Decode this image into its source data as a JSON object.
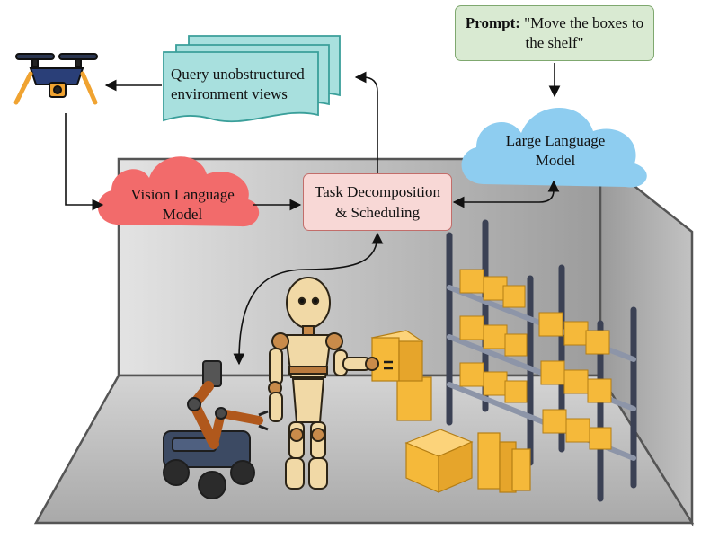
{
  "prompt": {
    "label": "Prompt:",
    "text": "\"Move the boxes to the shelf\""
  },
  "llm": {
    "label": "Large Language Model"
  },
  "vlm": {
    "label": "Vision Language Model"
  },
  "task": {
    "label": "Task Decomposition & Scheduling"
  },
  "query": {
    "label": "Query unobstructured environment views"
  },
  "colors": {
    "prompt_fill": "#d9ead2",
    "llm_cloud": "#8ecdf0",
    "vlm_cloud": "#f26b6b",
    "task_fill": "#f8d8d6",
    "query_doc": "#a8e0de",
    "room_wall": "#c9c9c9",
    "box": "#f5b93a",
    "shelf": "#4b5267"
  }
}
